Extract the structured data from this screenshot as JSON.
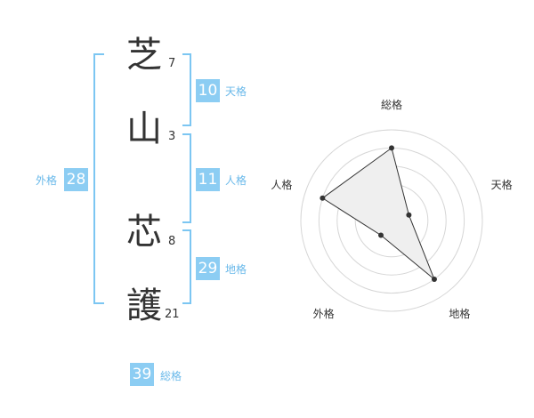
{
  "name": {
    "chars": [
      {
        "char": "芝",
        "strokes": "7"
      },
      {
        "char": "山",
        "strokes": "3"
      },
      {
        "char": "芯",
        "strokes": "8"
      },
      {
        "char": "護",
        "strokes": "21"
      }
    ]
  },
  "fortunes": {
    "tenkaku": {
      "value": "10",
      "label": "天格"
    },
    "jinkaku": {
      "value": "11",
      "label": "人格"
    },
    "chikaku": {
      "value": "29",
      "label": "地格"
    },
    "gaikaku": {
      "value": "28",
      "label": "外格"
    },
    "soukaku": {
      "value": "39",
      "label": "総格"
    }
  },
  "chart_data": {
    "type": "radar",
    "axes": [
      "総格",
      "天格",
      "地格",
      "外格",
      "人格"
    ],
    "values": [
      4,
      1,
      4,
      1,
      4
    ],
    "rmax": 5,
    "rings": 5,
    "colors": {
      "fill": "#efefef",
      "stroke": "#333333",
      "grid": "#d6d6d6",
      "center": "#cccccc"
    }
  }
}
